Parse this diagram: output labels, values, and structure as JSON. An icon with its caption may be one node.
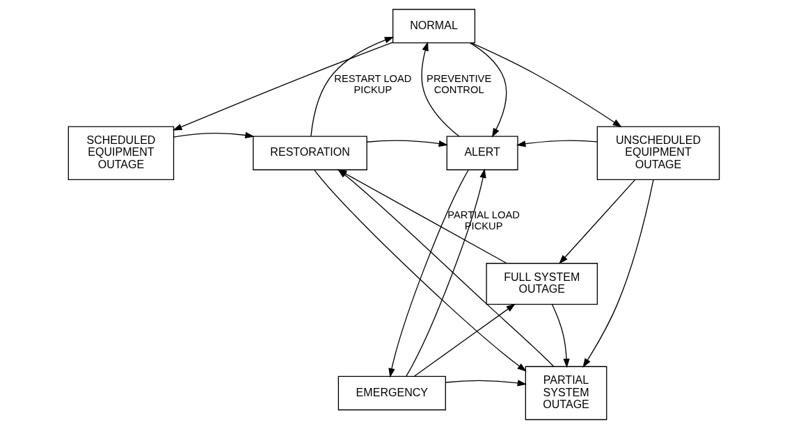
{
  "diagram": {
    "nodes": [
      {
        "text": [
          "NORMAL"
        ]
      },
      {
        "text": [
          "SCHEDULED EQUIPMENT OUTAGE"
        ]
      },
      {
        "text": [
          "RESTORATION"
        ]
      },
      {
        "text": [
          "ALERT"
        ]
      },
      {
        "text": [
          "UNSCHEDULED EQUIPMENT OUTAGE"
        ]
      },
      {
        "text": [
          "PARTIAL SYSTEM OUTAGE"
        ]
      },
      {
        "text": [
          "EMERGENCY"
        ]
      },
      {
        "text": [
          "FULL SYSTEM OUTAGE"
        ]
      }
    ],
    "edges": [
      {
        "from": 0,
        "to": 1,
        "arrow": "to"
      },
      {
        "from": 0,
        "to": 4,
        "arrow": "to"
      },
      {
        "from": 2,
        "to": 0,
        "arrow": "to",
        "label": "RESTART LOAD PICKUP"
      },
      {
        "from": 0,
        "to": 3,
        "arrow": "to"
      },
      {
        "from": 3,
        "to": 0,
        "arrow": "to",
        "label": "PREVENTIVE CONTROL"
      },
      {
        "from": 1,
        "to": 2,
        "arrow": "to"
      },
      {
        "from": 2,
        "to": 3,
        "arrow": "to"
      },
      {
        "from": 4,
        "to": 3,
        "arrow": "to"
      },
      {
        "from": 2,
        "to": 5,
        "arrow": "to"
      },
      {
        "from": 5,
        "to": 2,
        "arrow": "to"
      },
      {
        "from": 4,
        "to": 5,
        "arrow": "to"
      },
      {
        "from": 3,
        "to": 6,
        "arrow": "to"
      },
      {
        "from": 6,
        "to": 3,
        "arrow": "to"
      },
      {
        "from": 6,
        "to": 5,
        "arrow": "to"
      },
      {
        "from": 7,
        "to": 5,
        "arrow": "to"
      },
      {
        "from": 7,
        "to": 2,
        "arrow": "to",
        "label": "PARTIAL LOAD PICKUP"
      },
      {
        "from": 6,
        "to": 7,
        "arrow": "to"
      },
      {
        "from": 4,
        "to": 7,
        "arrow": "to"
      }
    ]
  }
}
